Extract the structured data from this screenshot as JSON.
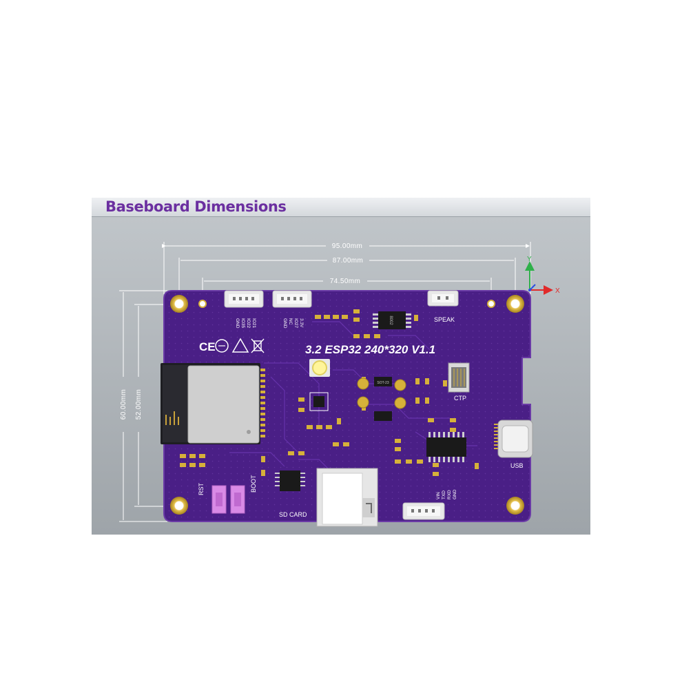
{
  "header": {
    "title": "Baseboard Dimensions"
  },
  "dimensions": {
    "width_overall": "95.00mm",
    "width_holes": "87.00mm",
    "width_inner": "74.50mm",
    "height_overall": "60.00mm",
    "height_holes": "52.00mm"
  },
  "axes": {
    "x": "X",
    "y": "Y"
  },
  "board": {
    "title": "3.2 ESP32 240*320 V1.1",
    "labels": {
      "speak": "SPEAK",
      "ctp": "CTP",
      "usb": "USB",
      "sd_card": "SD CARD",
      "rst": "RST",
      "boot": "BOOT"
    },
    "pins_conn1": [
      "GND",
      "IO35",
      "IO22",
      "IO21"
    ],
    "pins_conn2": [
      "GND",
      "NC",
      "IO27",
      "3.3V"
    ],
    "pins_uart": [
      "VIN",
      "TXD",
      "RXD",
      "GND"
    ],
    "ic_marking": "8002",
    "chip_marking": "SOT-23",
    "cert_marks": [
      "CE",
      "ESD",
      "WEEE"
    ]
  },
  "colors": {
    "pcb": "#4a1f86",
    "pcb_edge": "#5a2c96",
    "title": "#6b2fa0",
    "gold": "#d6b13a",
    "switch": "#d98ae6"
  }
}
